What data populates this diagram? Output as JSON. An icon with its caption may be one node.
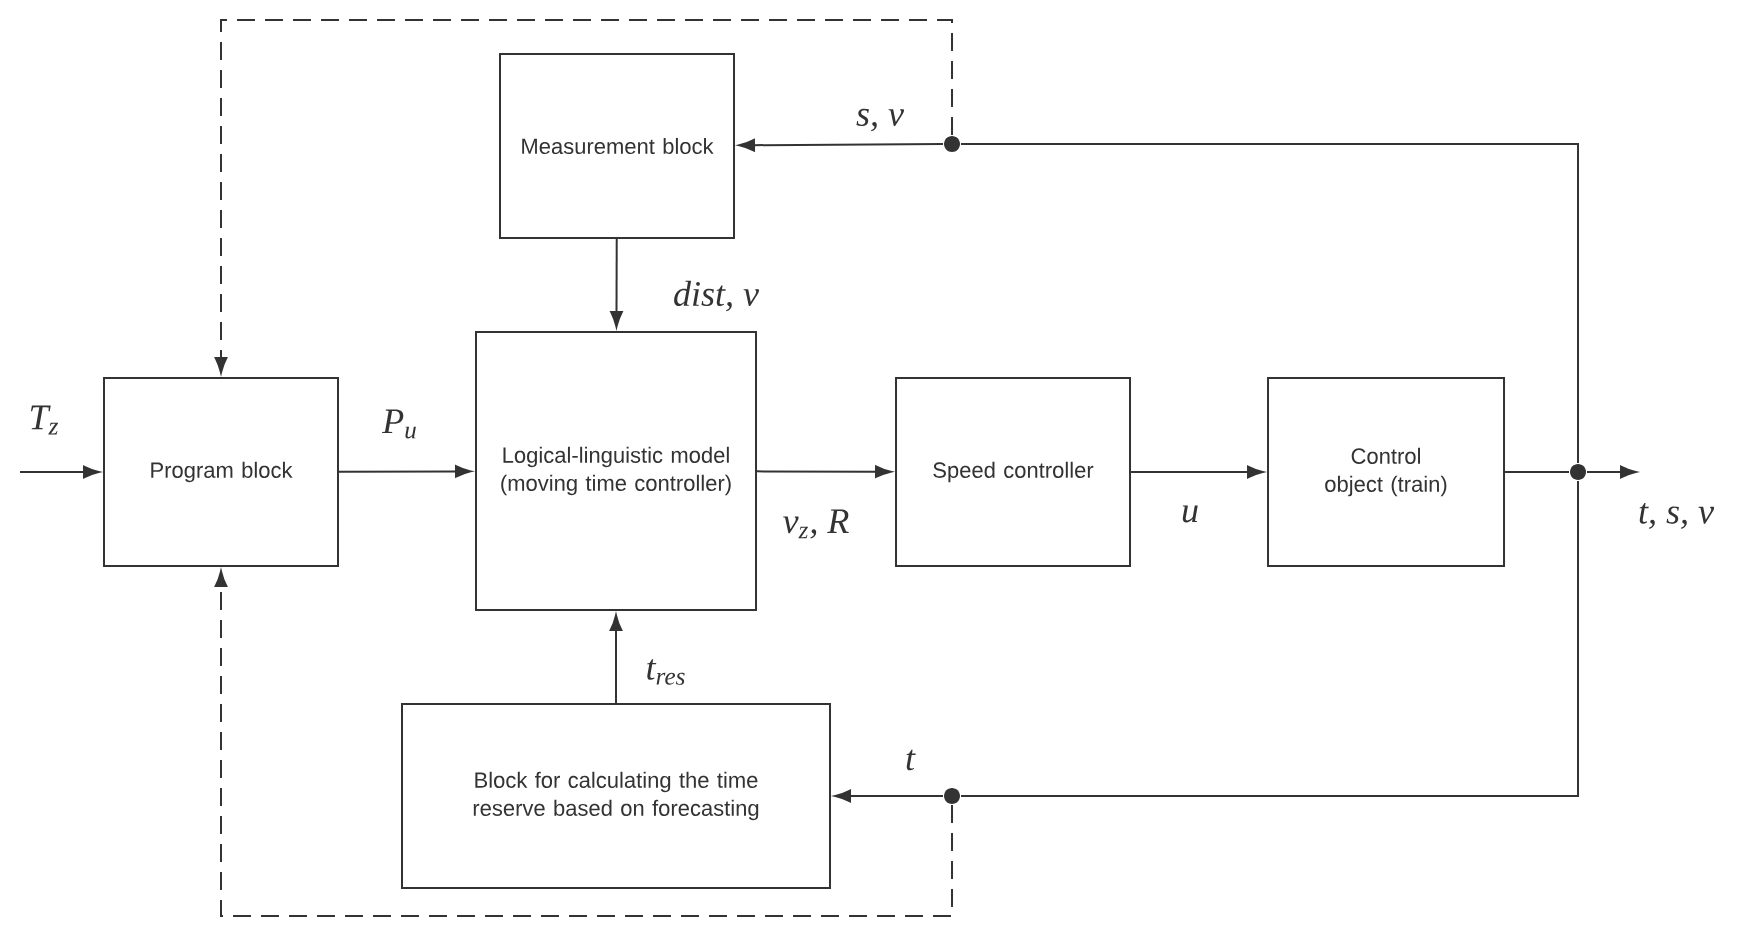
{
  "diagram": {
    "nodes": [
      {
        "text": [
          "Measurement block"
        ]
      },
      {
        "text": [
          "Program block"
        ]
      },
      {
        "text": [
          "Logical-linguistic model (moving time controller)"
        ]
      },
      {
        "text": [
          "Speed controller"
        ]
      },
      {
        "text": [
          "Control object (train)"
        ]
      },
      {
        "text": [
          "Block for calculating the time reserve based on forecasting"
        ]
      },
      {
        "text": [],
        "shape": "circle"
      },
      {
        "text": [],
        "shape": "circle"
      },
      {
        "text": [],
        "shape": "circle"
      }
    ],
    "edges": [
      {
        "from": null,
        "to": 1,
        "arrow": "to",
        "label": "T$_{z}$"
      },
      {
        "from": 1,
        "to": 2,
        "arrow": "to",
        "label": "P$_{u}$"
      },
      {
        "from": 0,
        "to": 2,
        "arrow": "to",
        "label": "dist, v"
      },
      {
        "from": 2,
        "to": 3,
        "arrow": "to",
        "label": "v$_{z}$, R"
      },
      {
        "from": 3,
        "to": 4,
        "arrow": "to",
        "label": "u"
      },
      {
        "from": 4,
        "to": 6,
        "arrow": "none"
      },
      {
        "from": 6,
        "to": null,
        "arrow": "to",
        "label": "t, s, v"
      },
      {
        "from": 6,
        "to": 7,
        "arrow": "none"
      },
      {
        "from": 7,
        "to": 0,
        "arrow": "to",
        "label": "s, v"
      },
      {
        "from": 6,
        "to": 8,
        "arrow": "none"
      },
      {
        "from": 8,
        "to": 5,
        "arrow": "to",
        "label": "t"
      },
      {
        "from": 5,
        "to": 2,
        "arrow": "to",
        "label": "t$_{res}$"
      },
      {
        "from": 7,
        "to": 1,
        "arrow": "to",
        "style": "dashed"
      },
      {
        "from": 8,
        "to": 1,
        "arrow": "to",
        "style": "dashed"
      }
    ]
  }
}
